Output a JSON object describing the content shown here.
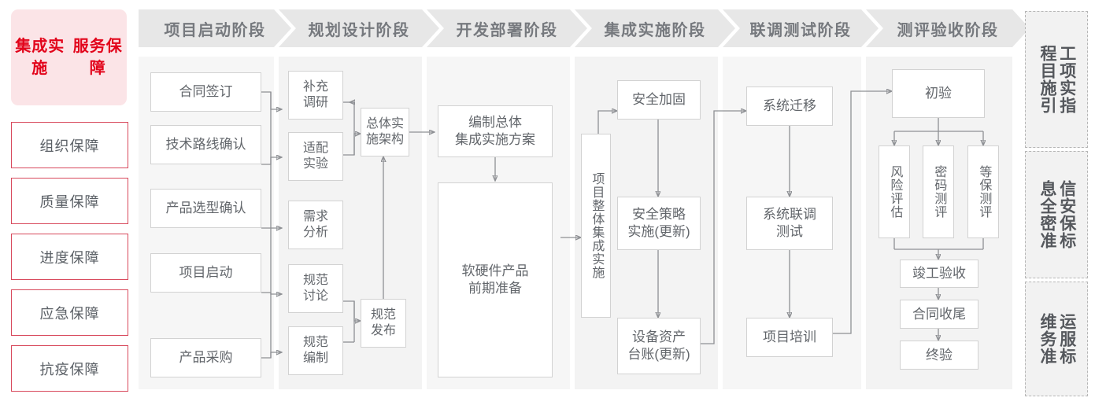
{
  "guarantee": {
    "title": "集成实施\n服务保障",
    "title_lines": [
      "集成实施",
      "服务保障"
    ],
    "items": [
      {
        "label": "组织保障"
      },
      {
        "label": "质量保障"
      },
      {
        "label": "进度保障"
      },
      {
        "label": "应急保障"
      },
      {
        "label": "抗疫保障"
      }
    ],
    "accent_color": "#e2041b",
    "panel_bg": "#fbe4e7",
    "border_color": "#d8495c"
  },
  "phases": [
    {
      "id": "start",
      "header": "项目启动阶段"
    },
    {
      "id": "plan",
      "header": "规划设计阶段"
    },
    {
      "id": "dev",
      "header": "开发部署阶段"
    },
    {
      "id": "integ",
      "header": "集成实施阶段"
    },
    {
      "id": "test",
      "header": "联调测试阶段"
    },
    {
      "id": "accept",
      "header": "测评验收阶段"
    }
  ],
  "nodes": {
    "start": [
      {
        "label": "合同签订"
      },
      {
        "label": "技术路线确认"
      },
      {
        "label": "产品选型确认"
      },
      {
        "label": "项目启动"
      },
      {
        "label": "产品采购"
      }
    ],
    "plan": [
      {
        "label": "补充\n调研"
      },
      {
        "label": "适配\n实验"
      },
      {
        "label": "需求\n分析"
      },
      {
        "label": "规范\n讨论"
      },
      {
        "label": "规范\n编制"
      },
      {
        "label": "总体实\n施架构"
      },
      {
        "label": "规范\n发布"
      }
    ],
    "dev": [
      {
        "label": "编制总体\n集成实施方案"
      },
      {
        "label": "软硬件产品\n前期准备"
      }
    ],
    "integ": [
      {
        "label": "项目整体集成实施",
        "vertical": true
      },
      {
        "label": "安全加固"
      },
      {
        "label": "安全策略\n实施(更新)"
      },
      {
        "label": "设备资产\n台账(更新)"
      }
    ],
    "test": [
      {
        "label": "系统迁移"
      },
      {
        "label": "系统联调\n测试"
      },
      {
        "label": "项目培训"
      }
    ],
    "accept": [
      {
        "label": "初验"
      },
      {
        "label": "风险评估",
        "vertical": true
      },
      {
        "label": "密码测评",
        "vertical": true
      },
      {
        "label": "等保测评",
        "vertical": true
      },
      {
        "label": "竣工验收"
      },
      {
        "label": "合同收尾"
      },
      {
        "label": "终验"
      }
    ]
  },
  "standards": [
    {
      "label": "工程项目实施指引"
    },
    {
      "label": "信息安全保密标准"
    },
    {
      "label": "运维服务标准"
    }
  ],
  "style": {
    "node_border": "#d2d2d2",
    "node_text": "#62666b",
    "header_bg": "#e7e7e7",
    "header_text": "#76797e",
    "column_bg": "#f6f6f6",
    "connector": "#8e9094"
  }
}
